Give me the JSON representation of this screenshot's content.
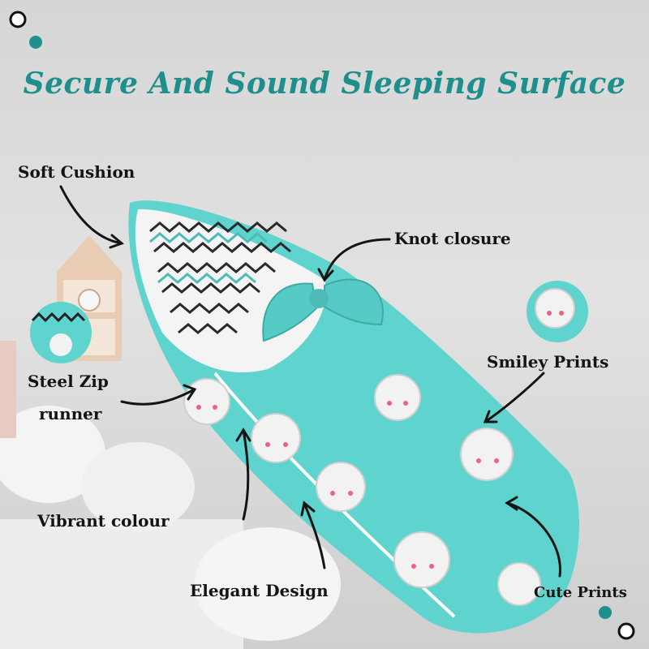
{
  "title": "Secure And Sound Sleeping Surface",
  "labels": {
    "soft_cushion": "Soft Cushion",
    "knot_closure": "Knot closure",
    "smiley_prints": "Smiley Prints",
    "steel_zip": "Steel Zip",
    "runner": "runner",
    "vibrant_colour": "Vibrant colour",
    "elegant_design": "Elegant Design",
    "cute_prints": "Cute Prints"
  },
  "colors": {
    "accent": "#1f8f8c",
    "fabric": "#5fd3cd",
    "background": "#dcdcdc"
  }
}
